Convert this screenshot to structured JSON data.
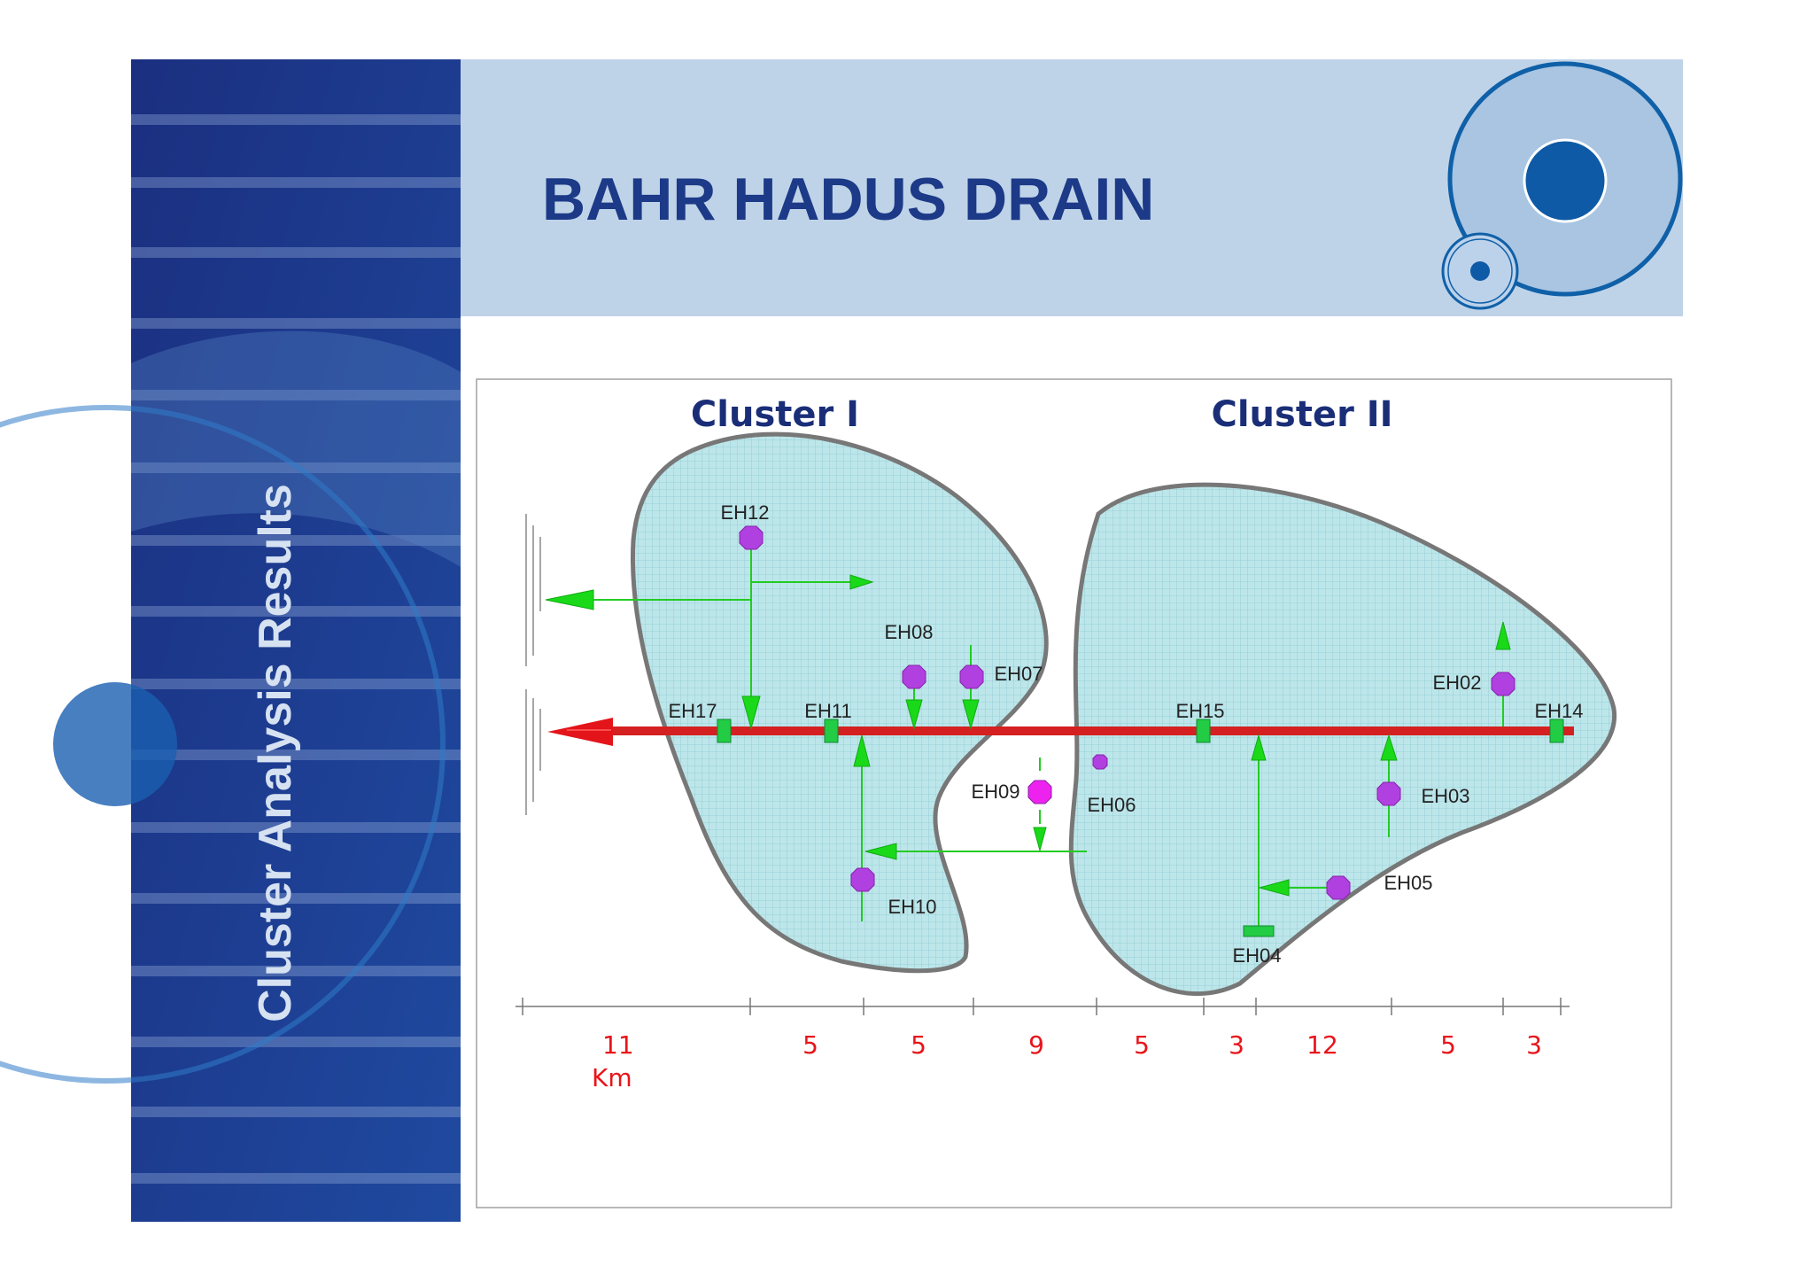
{
  "slide": {
    "title": "BAHR HADUS DRAIN",
    "sidebar_label": "Cluster Analysis Results",
    "colors": {
      "sidebar_blue": "#1f3a8a",
      "header_band": "#bfd3e8",
      "title_blue": "#1c3a87",
      "cluster_fill": "#bde6ea",
      "drain_red": "#d42020",
      "flow_green": "#19d919",
      "station_green": "#22cc44",
      "site_purple": "#b040e0",
      "site_magenta": "#ee22ee"
    }
  },
  "diagram": {
    "clusters": [
      {
        "id": "cluster-1",
        "label": "Cluster I"
      },
      {
        "id": "cluster-2",
        "label": "Cluster II"
      }
    ],
    "stations": [
      {
        "id": "EH17",
        "label": "EH17",
        "kind": "drain-station"
      },
      {
        "id": "EH11",
        "label": "EH11",
        "kind": "drain-station"
      },
      {
        "id": "EH15",
        "label": "EH15",
        "kind": "drain-station"
      },
      {
        "id": "EH14",
        "label": "EH14",
        "kind": "drain-station"
      },
      {
        "id": "EH04",
        "label": "EH04",
        "kind": "drain-station"
      },
      {
        "id": "EH12",
        "label": "EH12",
        "kind": "site"
      },
      {
        "id": "EH08",
        "label": "EH08",
        "kind": "site"
      },
      {
        "id": "EH07",
        "label": "EH07",
        "kind": "site"
      },
      {
        "id": "EH09",
        "label": "EH09",
        "kind": "site"
      },
      {
        "id": "EH06",
        "label": "EH06",
        "kind": "site"
      },
      {
        "id": "EH10",
        "label": "EH10",
        "kind": "site"
      },
      {
        "id": "EH02",
        "label": "EH02",
        "kind": "site"
      },
      {
        "id": "EH03",
        "label": "EH03",
        "kind": "site"
      },
      {
        "id": "EH05",
        "label": "EH05",
        "kind": "site"
      }
    ],
    "distance_scale": {
      "segments": [
        "11",
        "5",
        "5",
        "9",
        "5",
        "3",
        "12",
        "5",
        "3"
      ],
      "unit": "Km"
    }
  }
}
